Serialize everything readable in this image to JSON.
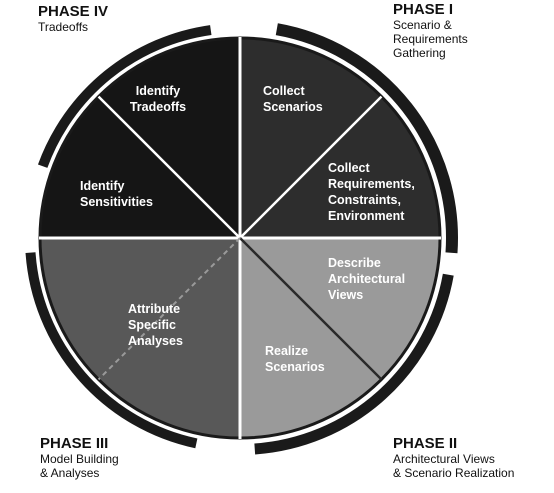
{
  "phases": {
    "phase_iv": {
      "title": "PHASE IV",
      "subtitle": "Tradeoffs"
    },
    "phase_i": {
      "title": "PHASE I",
      "subtitle": "Scenario &\nRequirements\nGathering"
    },
    "phase_iii": {
      "title": "PHASE III",
      "subtitle": "Model Building\n& Analyses"
    },
    "phase_ii": {
      "title": "PHASE II",
      "subtitle": "Architectural Views\n& Scenario Realization"
    }
  },
  "segments": {
    "identify_tradeoffs": {
      "lines": [
        "Identify",
        "Tradeoffs"
      ]
    },
    "identify_sensitivities": {
      "lines": [
        "Identify",
        "Sensitivities"
      ]
    },
    "collect_scenarios": {
      "lines": [
        "Collect",
        "Scenarios"
      ]
    },
    "collect_requirements": {
      "lines": [
        "Collect",
        "Requirements,",
        "Constraints,",
        "Environment"
      ]
    },
    "describe_views": {
      "lines": [
        "Describe",
        "Architectural",
        "Views"
      ]
    },
    "realize_scenarios": {
      "lines": [
        "Realize",
        "Scenarios"
      ]
    },
    "attribute_analyses": {
      "lines": [
        "Attribute",
        "Specific",
        "Analyses"
      ]
    }
  },
  "colors": {
    "phase_iv_fill": "#151515",
    "phase_i_fill": "#2d2d2d",
    "phase_ii_fill": "#9a9a9a",
    "phase_iii_fill": "#585858",
    "band": "#1a1a1a",
    "divider": "#ffffff",
    "text_light": "#ffffff",
    "text_dark": "#111111"
  }
}
